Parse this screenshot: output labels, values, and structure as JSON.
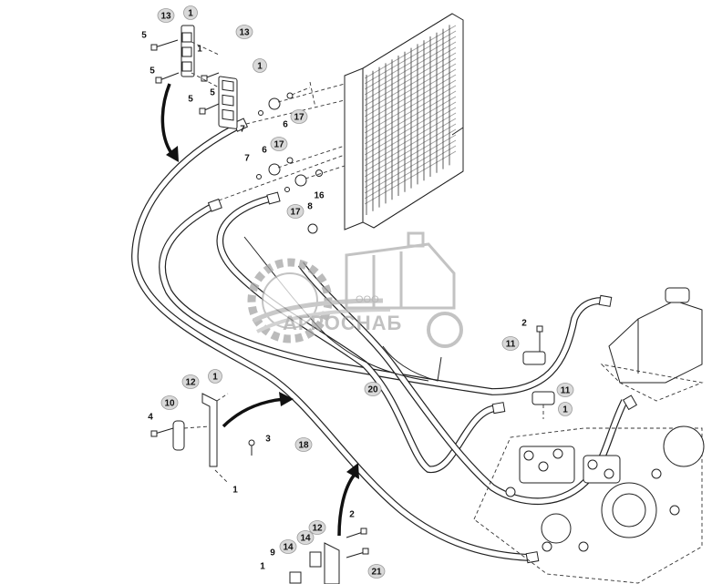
{
  "watermark": {
    "company_prefix": "ООО",
    "company_name": "АГРОСНАБ"
  },
  "callouts": [
    {
      "id": "13",
      "circled": true
    },
    {
      "id": "1",
      "circled": true
    },
    {
      "id": "13",
      "circled": true
    },
    {
      "id": "5",
      "circled": false
    },
    {
      "id": "1",
      "circled": false
    },
    {
      "id": "1",
      "circled": true
    },
    {
      "id": "5",
      "circled": false
    },
    {
      "id": "5",
      "circled": false
    },
    {
      "id": "5",
      "circled": false
    },
    {
      "id": "7",
      "circled": false
    },
    {
      "id": "6",
      "circled": false
    },
    {
      "id": "17",
      "circled": true
    },
    {
      "id": "7",
      "circled": false
    },
    {
      "id": "6",
      "circled": false
    },
    {
      "id": "17",
      "circled": true
    },
    {
      "id": "16",
      "circled": false
    },
    {
      "id": "17",
      "circled": true
    },
    {
      "id": "8",
      "circled": false
    },
    {
      "id": "2",
      "circled": false
    },
    {
      "id": "11",
      "circled": true
    },
    {
      "id": "11",
      "circled": true
    },
    {
      "id": "1",
      "circled": true
    },
    {
      "id": "12",
      "circled": true
    },
    {
      "id": "1",
      "circled": true
    },
    {
      "id": "10",
      "circled": true
    },
    {
      "id": "4",
      "circled": false
    },
    {
      "id": "3",
      "circled": false
    },
    {
      "id": "20",
      "circled": true
    },
    {
      "id": "18",
      "circled": true
    },
    {
      "id": "1",
      "circled": false
    },
    {
      "id": "2",
      "circled": false
    },
    {
      "id": "12",
      "circled": true
    },
    {
      "id": "14",
      "circled": true
    },
    {
      "id": "14",
      "circled": true
    },
    {
      "id": "9",
      "circled": false
    },
    {
      "id": "21",
      "circled": true
    },
    {
      "id": "1",
      "circled": false
    }
  ]
}
